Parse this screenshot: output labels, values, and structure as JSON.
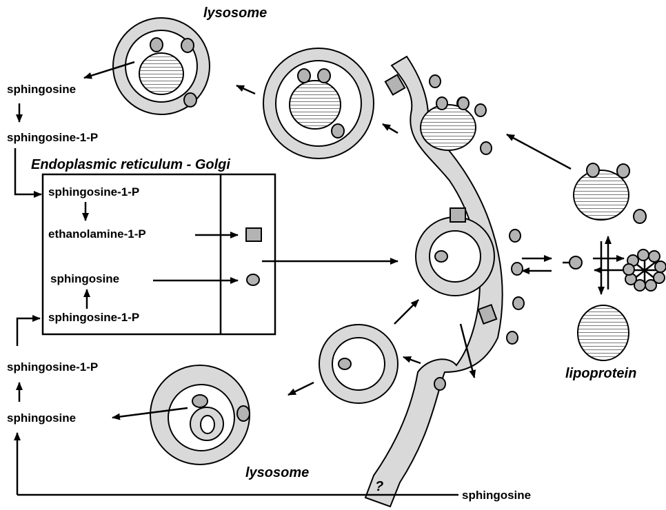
{
  "labels": {
    "lysosome_top": "lysosome",
    "lysosome_bottom": "lysosome",
    "er_golgi_title": "Endoplasmic reticulum - Golgi",
    "lipoprotein": "lipoprotein",
    "question_mark": "?",
    "left_sphingosine_top": "sphingosine",
    "left_s1p_top": "sphingosine-1-P",
    "left_s1p_bottom": "sphingosine-1-P",
    "left_sphingosine_bottom": "sphingosine",
    "bottom_sphingosine": "sphingosine",
    "box_s1p_top": "sphingosine-1-P",
    "box_ethanolamine": "ethanolamine-1-P",
    "box_sphingosine": "sphingosine",
    "box_s1p_bottom": "sphingosine-1-P"
  },
  "colors": {
    "membrane_fill": "#d9d9d9",
    "particle_fill": "#b3b3b3",
    "lumen_fill": "#ffffff",
    "stroke": "#000000"
  }
}
